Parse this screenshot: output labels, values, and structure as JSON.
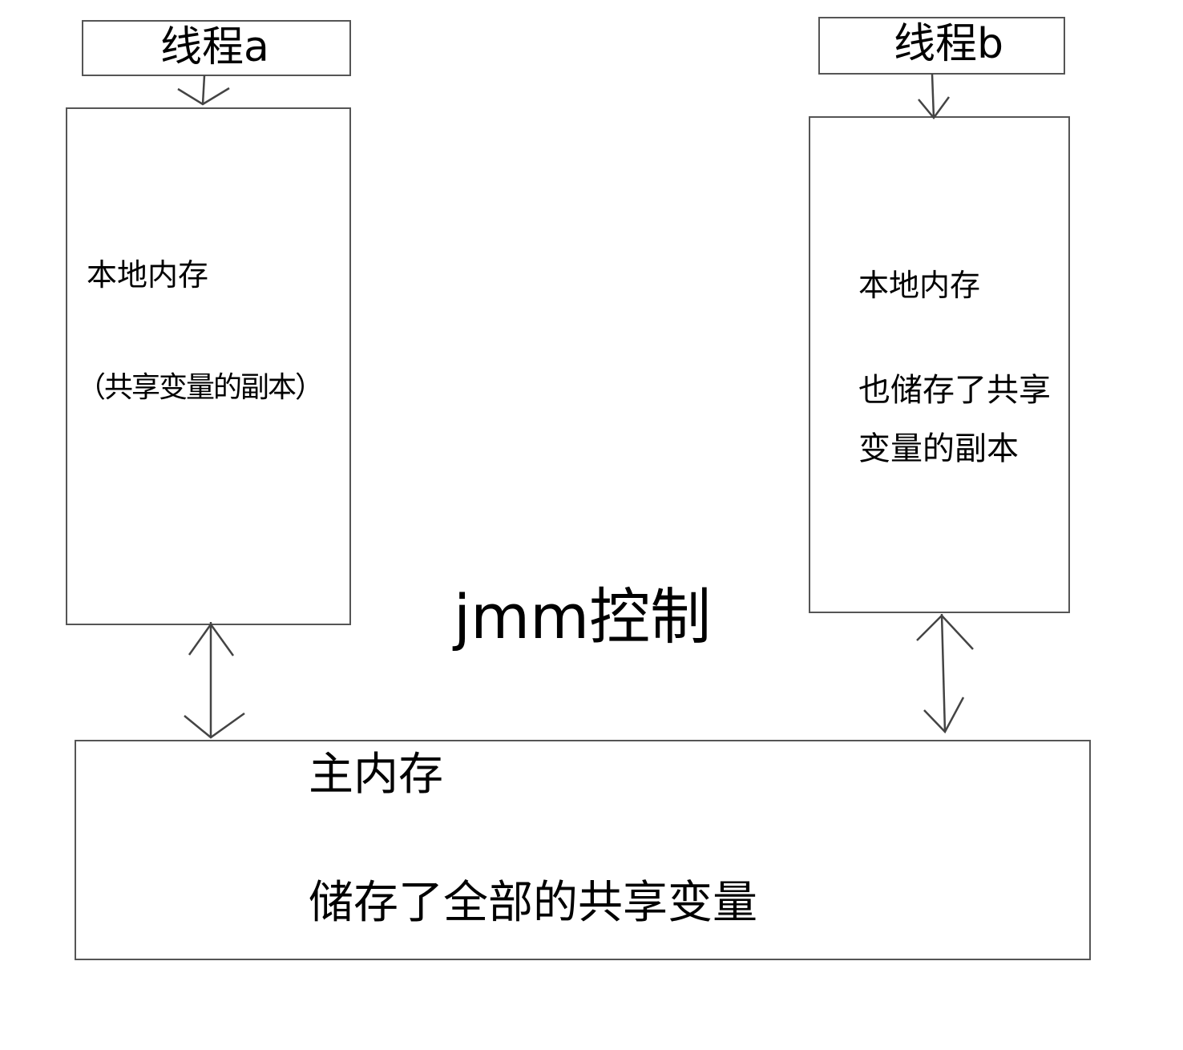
{
  "thread_a": {
    "label": "线程a",
    "local_memory_title": "本地内存",
    "local_memory_note": "（共享变量的副本）"
  },
  "thread_b": {
    "label": "线程b",
    "local_memory_title": "本地内存",
    "local_memory_note_line1": "也储存了共享",
    "local_memory_note_line2": "变量的副本"
  },
  "jmm_label": "jmm控制",
  "main_memory": {
    "title": "主内存",
    "note": "储存了全部的共享变量"
  }
}
